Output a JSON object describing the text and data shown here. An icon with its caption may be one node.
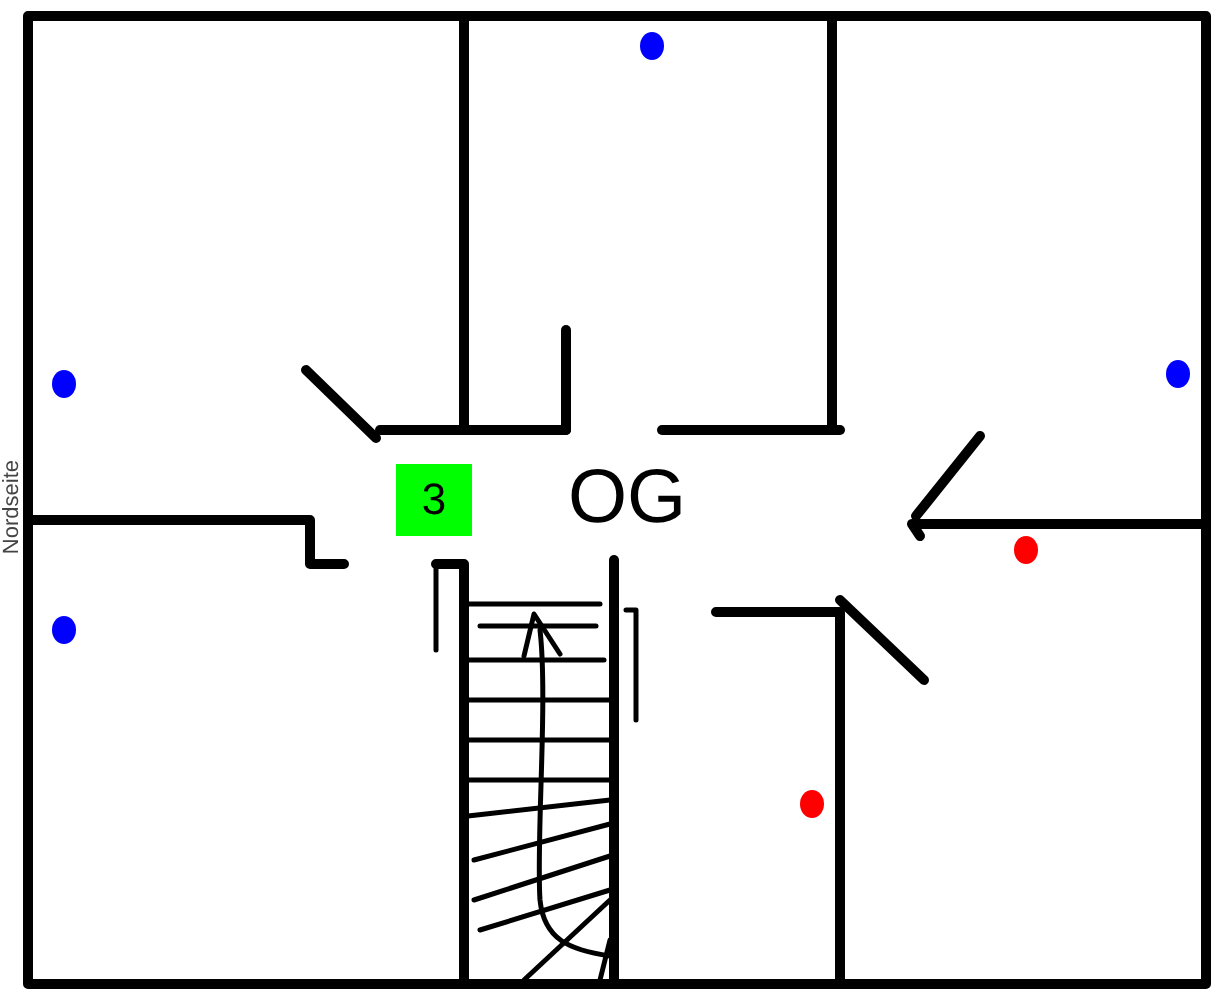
{
  "diagram": {
    "nodes": [
      {
        "text": [
          "3"
        ]
      }
    ],
    "labels": [
      "Nordseite",
      "OG"
    ]
  }
}
